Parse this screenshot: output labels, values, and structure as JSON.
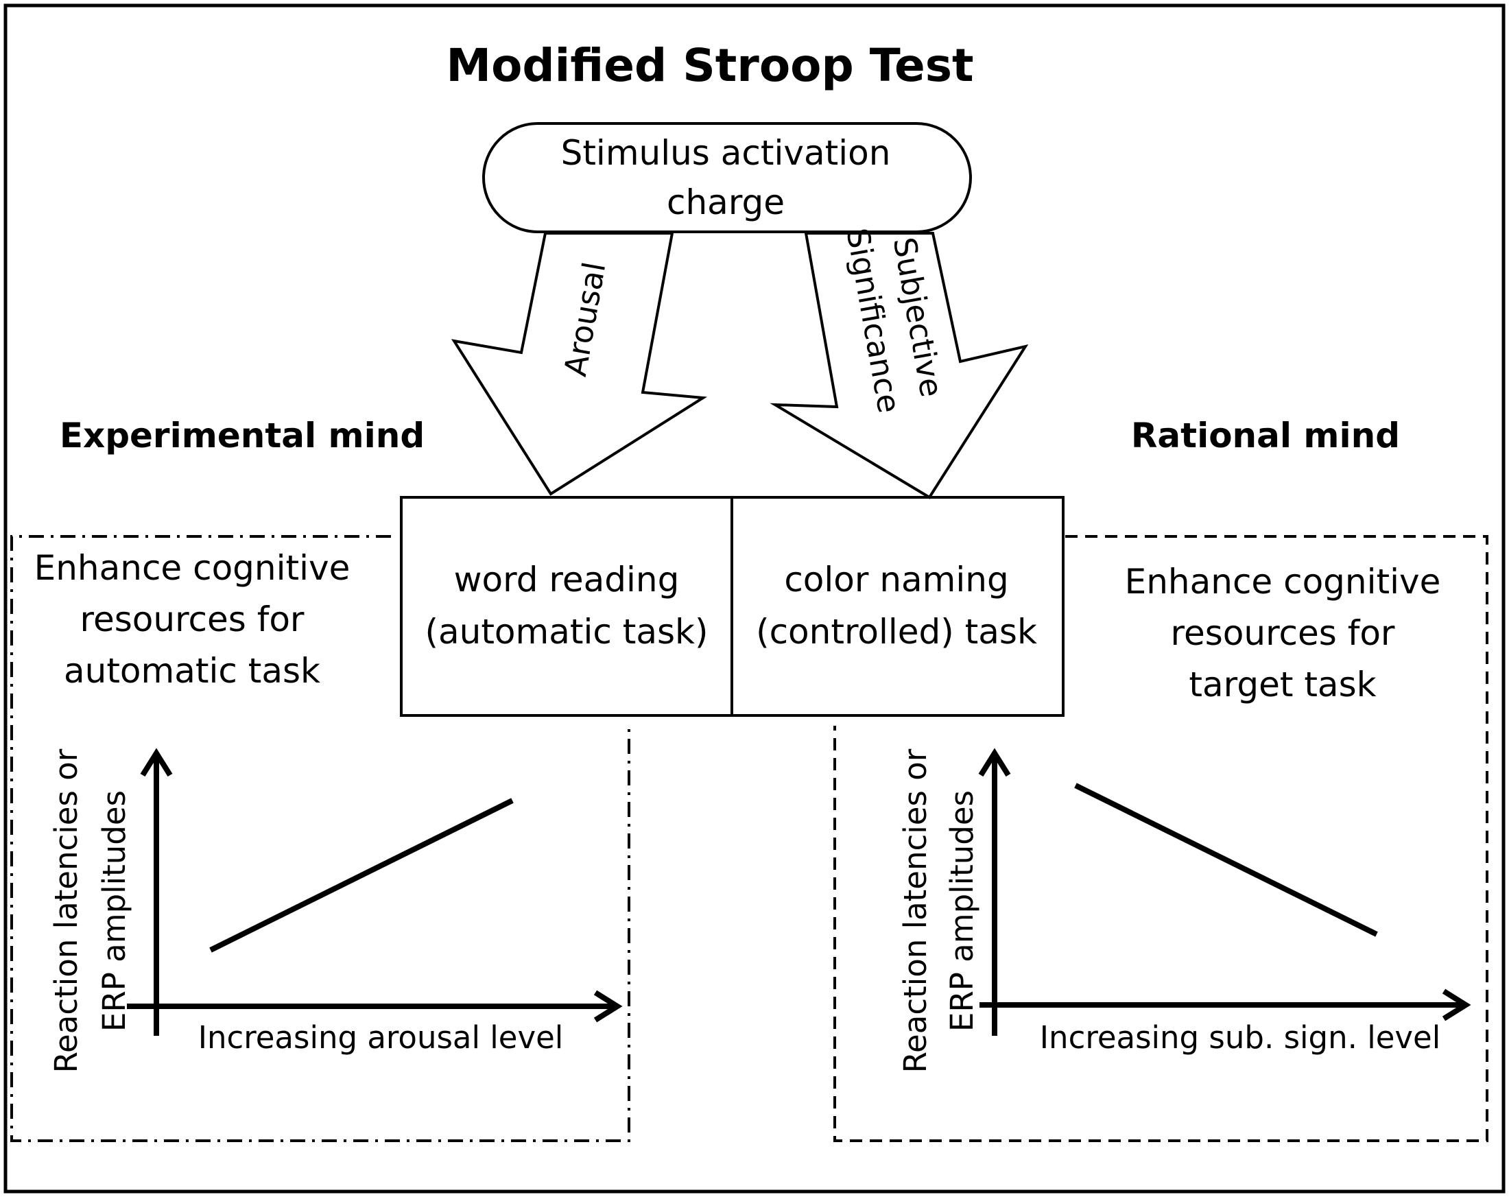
{
  "title": "Modified Stroop Test",
  "stimulus": {
    "line1": "Stimulus activation",
    "line2": "charge"
  },
  "arrows": {
    "left_label": "Arousal",
    "right_label_line1": "Subjective",
    "right_label_line2": "Significance"
  },
  "minds": {
    "left": "Experimental mind",
    "right": "Rational mind"
  },
  "tasks": {
    "left_line1": "word reading",
    "left_line2": "(automatic task)",
    "right_line1": "color naming",
    "right_line2": "(controlled) task"
  },
  "left_panel": {
    "text_line1": "Enhance cognitive",
    "text_line2": "resources for",
    "text_line3": "automatic task",
    "ylabel_line1": "Reaction latencies or",
    "ylabel_line2": "ERP amplitudes",
    "xlabel": "Increasing arousal level",
    "trend": "increasing"
  },
  "right_panel": {
    "text_line1": "Enhance cognitive",
    "text_line2": "resources for",
    "text_line3": "target task",
    "ylabel_line1": "Reaction latencies or",
    "ylabel_line2": "ERP amplitudes",
    "xlabel": "Increasing sub. sign. level",
    "trend": "decreasing"
  }
}
